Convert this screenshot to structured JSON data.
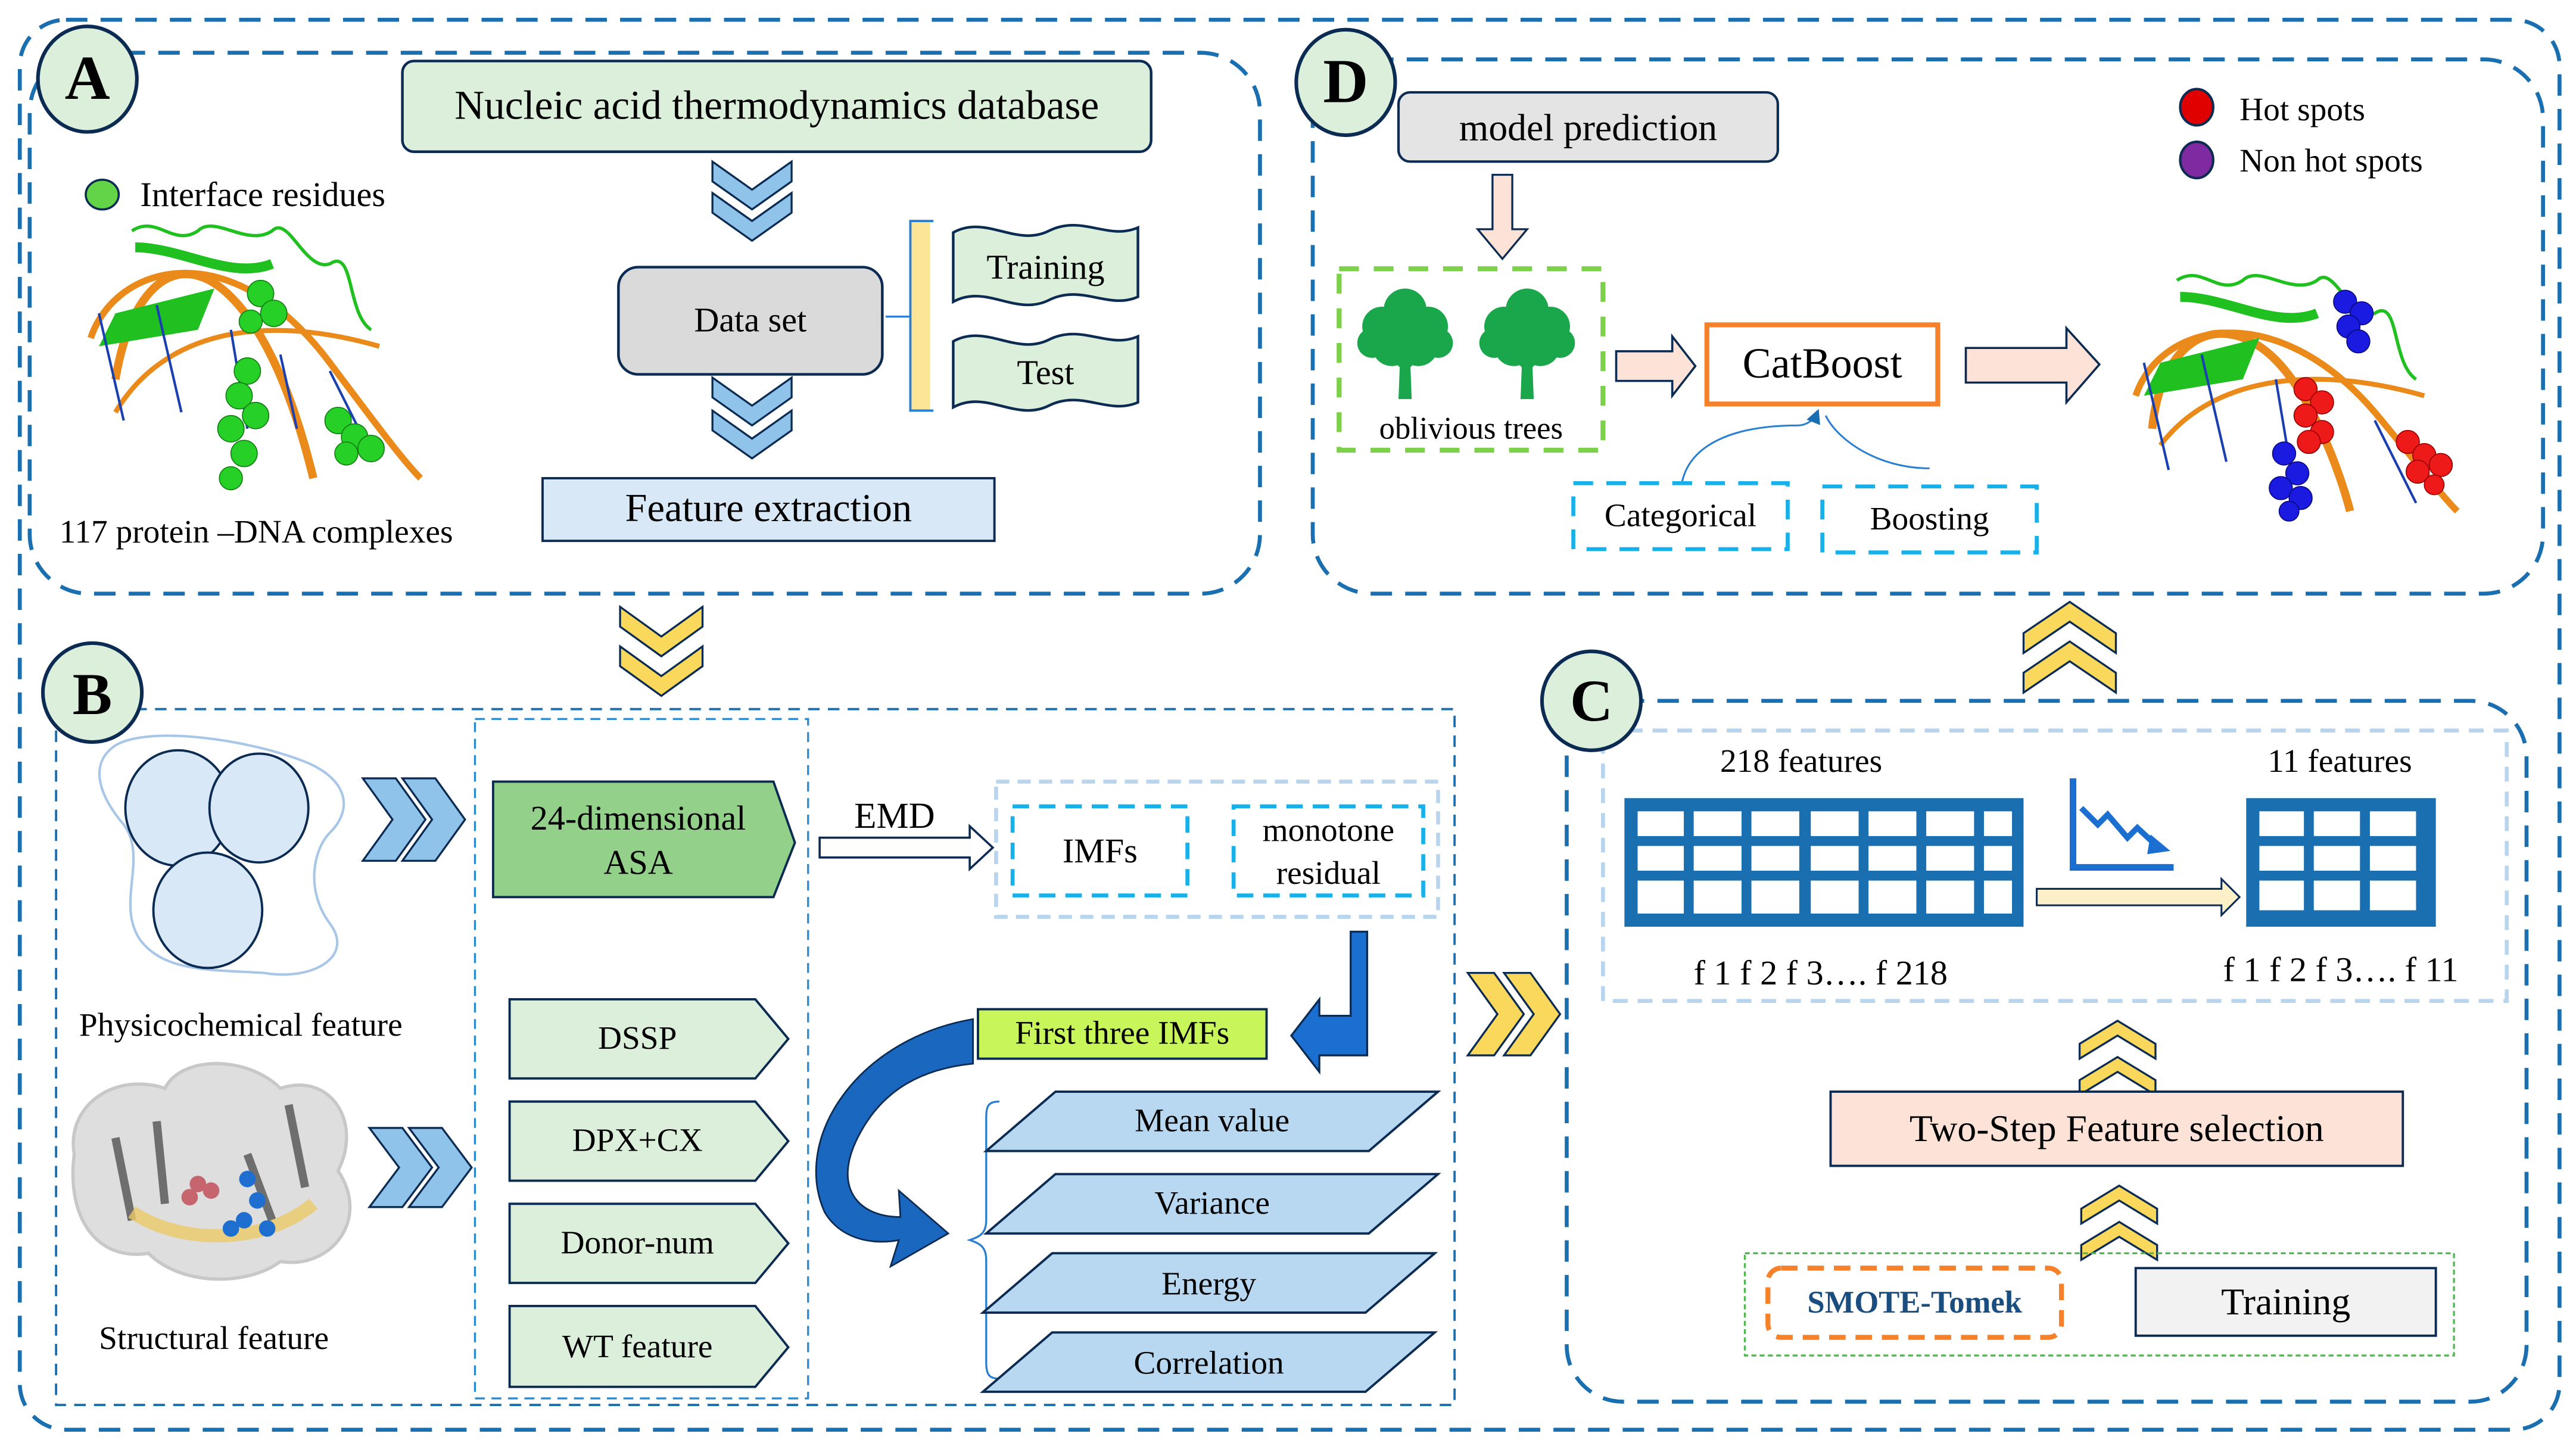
{
  "panels": {
    "A": {
      "label": "A",
      "database": "Nucleic acid thermodynamics database",
      "legend_interface": "Interface residues",
      "complexes_caption": "117 protein –DNA complexes",
      "dataset": "Data set",
      "split": [
        "Training",
        "Test"
      ],
      "feature_extraction": "Feature extraction"
    },
    "B": {
      "label": "B",
      "physicochemical_caption": "Physicochemical feature",
      "structural_caption": "Structural feature",
      "asa": [
        "24-dimensional",
        "ASA"
      ],
      "emd": "EMD",
      "imfs": "IMFs",
      "residual": [
        "monotone",
        "residual"
      ],
      "first_three": "First three IMFs",
      "structural_features": [
        "DSSP",
        "DPX+CX",
        "Donor-num",
        "WT feature"
      ],
      "statistics": [
        "Mean value",
        "Variance",
        "Energy",
        "Correlation"
      ]
    },
    "C": {
      "label": "C",
      "features_before": "218 features",
      "features_after": "11 features",
      "list_before": "f 1 f 2 f 3…. f 218",
      "list_after": "f 1 f 2 f 3…. f 11",
      "selection": "Two-Step Feature selection",
      "smote": "SMOTE-Tomek",
      "training": "Training"
    },
    "D": {
      "label": "D",
      "model_prediction": "model prediction",
      "trees_caption": "oblivious trees",
      "catboost": "CatBoost",
      "categorical": "Categorical",
      "boosting": "Boosting",
      "legend": [
        {
          "label": "Hot spots",
          "color": "#e00000"
        },
        {
          "label": "Non hot spots",
          "color": "#7f2aa0"
        }
      ]
    }
  },
  "colors": {
    "frame_blue": "#1a6fb0",
    "light_green": "#dcefdb",
    "mid_green": "#93d18a",
    "lime": "#c8f55a",
    "chevron_blue": "#8fc3ea",
    "chevron_yellow": "#f9d85c",
    "light_blue": "#d8e8f6",
    "peach": "#fde3d7",
    "orange": "#f5822a",
    "cyan_dash": "#16b0ea",
    "tree_green": "#1aa64a",
    "navy": "#0b2b52"
  }
}
